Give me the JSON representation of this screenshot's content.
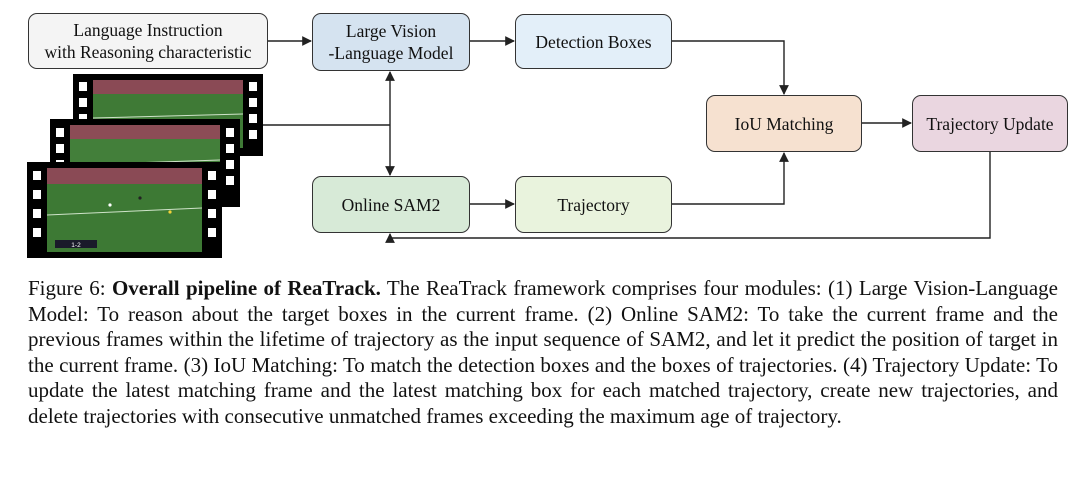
{
  "diagram": {
    "nodes": {
      "instruction": {
        "line1": "Language Instruction",
        "line2": "with Reasoning characteristic",
        "color": "#f4f4f4"
      },
      "lvlm": {
        "line1": "Large Vision",
        "line2": "-Language Model",
        "color": "#d5e3f0"
      },
      "detection": {
        "label": "Detection Boxes",
        "color": "#e3eff9"
      },
      "iou": {
        "label": "IoU Matching",
        "color": "#f6e1d0"
      },
      "traj_update": {
        "label": "Trajectory Update",
        "color": "#ead6e0"
      },
      "sam2": {
        "label": "Online SAM2",
        "color": "#d7ead7"
      },
      "trajectory": {
        "label": "Trajectory",
        "color": "#e9f3dd"
      }
    },
    "frames": {
      "scoreboard": "1-2"
    }
  },
  "caption": {
    "prefix": "Figure 6: ",
    "title": "Overall pipeline of ReaTrack.",
    "body": " The ReaTrack framework comprises four modules: (1) Large Vision-Language Model: To reason about the target boxes in the current frame. (2) Online SAM2: To take the current frame and the previous frames within the lifetime of trajectory as the input sequence of SAM2, and let it predict the position of target in the current frame. (3) IoU Matching: To match the detection boxes and the boxes of trajectories. (4) Trajectory Update: To update the latest matching frame and the latest matching box for each matched trajectory, create new trajectories, and delete trajectories with consecutive unmatched frames exceeding the maximum age of trajectory."
  }
}
